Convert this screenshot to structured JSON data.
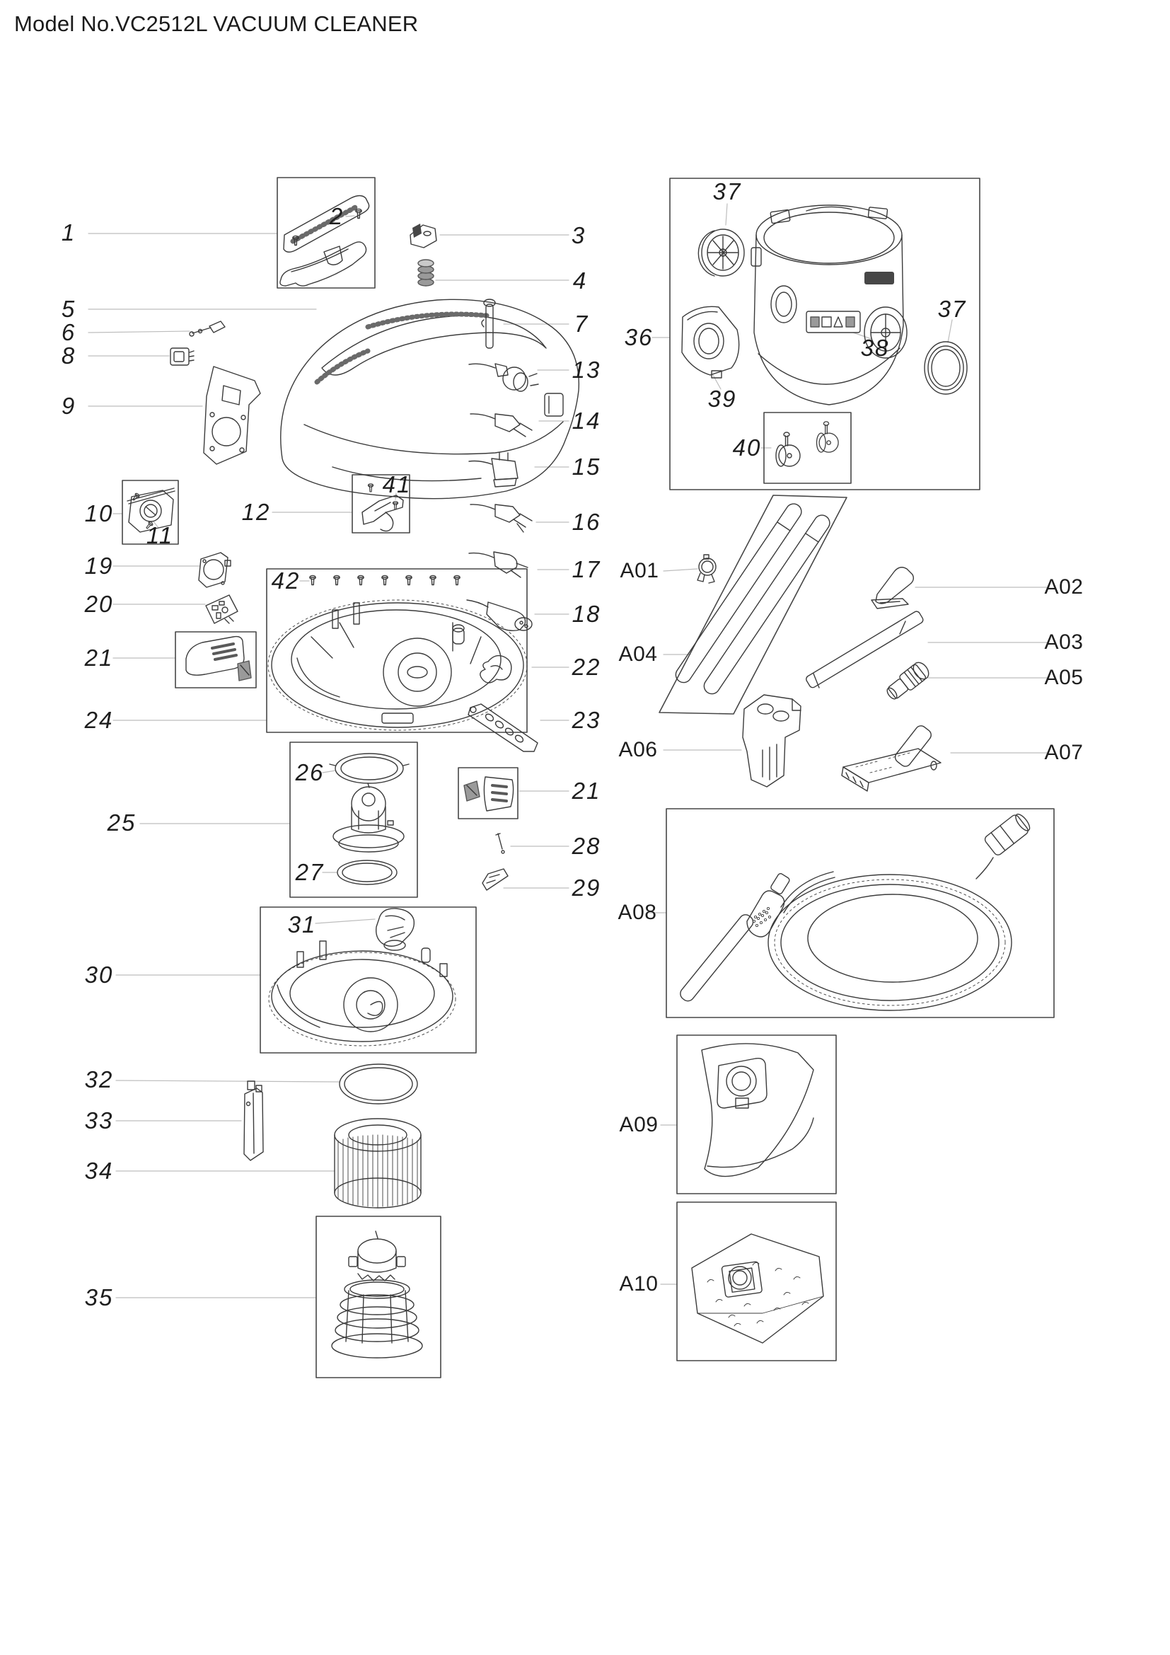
{
  "title": "Model No.VC2512L VACUUM CLEANER",
  "callouts": {
    "c1": "1",
    "c2": "2",
    "c3": "3",
    "c4": "4",
    "c5": "5",
    "c6": "6",
    "c7": "7",
    "c8": "8",
    "c9": "9",
    "c10": "10",
    "c11": "11",
    "c12": "12",
    "c13": "13",
    "c14": "14",
    "c15": "15",
    "c16": "16",
    "c17": "17",
    "c18": "18",
    "c19": "19",
    "c20": "20",
    "c21": "21",
    "c21b": "21",
    "c22": "22",
    "c23": "23",
    "c24": "24",
    "c25": "25",
    "c26": "26",
    "c27": "27",
    "c28": "28",
    "c29": "29",
    "c30": "30",
    "c31": "31",
    "c32": "32",
    "c33": "33",
    "c34": "34",
    "c35": "35",
    "c36": "36",
    "c37": "37",
    "c37b": "37",
    "c38": "38",
    "c39": "39",
    "c40": "40",
    "c41": "41",
    "c42": "42",
    "a01": "A01",
    "a02": "A02",
    "a03": "A03",
    "a04": "A04",
    "a05": "A05",
    "a06": "A06",
    "a07": "A07",
    "a08": "A08",
    "a09": "A09",
    "a10": "A10"
  }
}
